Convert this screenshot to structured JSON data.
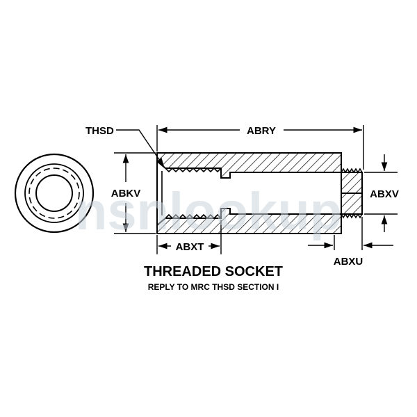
{
  "diagram": {
    "title": "THREADED SOCKET",
    "subtitle": "REPLY TO MRC THSD SECTION I",
    "labels": {
      "thsd": "THSD",
      "abry": "ABRY",
      "abkv": "ABKV",
      "abxv": "ABXV",
      "abxt": "ABXT",
      "abxu": "ABXU"
    },
    "watermark": "nsnlookup"
  }
}
